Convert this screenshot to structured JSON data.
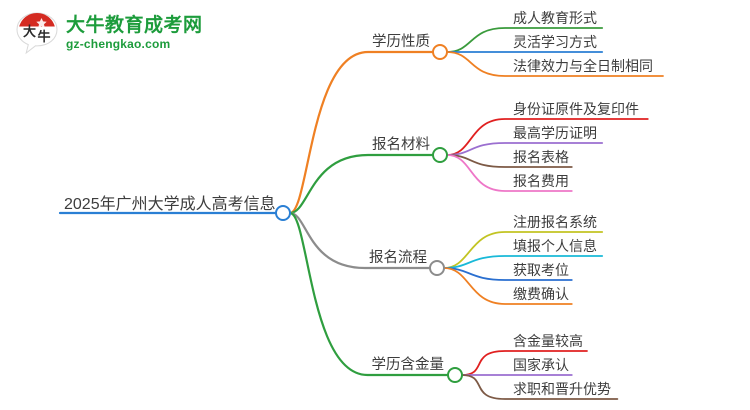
{
  "logo": {
    "mark_name": "daniu-bull-speech-bubble-logo",
    "title": "大牛教育成考网",
    "subtitle": "gz-chengkao.com",
    "brand_green": "#1d9c3c",
    "brand_red": "#d42b22"
  },
  "mindmap": {
    "root": {
      "label": "2025年广州大学成人高考信息",
      "color": "#2a7fd4"
    },
    "branches": [
      {
        "label": "学历性质",
        "color": "#ef8023",
        "children": [
          {
            "label": "成人教育形式",
            "color": "#3a9b3c"
          },
          {
            "label": "灵活学习方式",
            "color": "#2a7fd4"
          },
          {
            "label": "法律效力与全日制相同",
            "color": "#ef8023"
          }
        ]
      },
      {
        "label": "报名材料",
        "color": "#2f9e3f",
        "children": [
          {
            "label": "身份证原件及复印件",
            "color": "#e02020"
          },
          {
            "label": "最高学历证明",
            "color": "#9b6fd0"
          },
          {
            "label": "报名表格",
            "color": "#7d5a46"
          },
          {
            "label": "报名费用",
            "color": "#ee77c8"
          }
        ]
      },
      {
        "label": "报名流程",
        "color": "#8c8c8c",
        "children": [
          {
            "label": "注册报名系统",
            "color": "#c2c423"
          },
          {
            "label": "填报个人信息",
            "color": "#19b9d8"
          },
          {
            "label": "获取考位",
            "color": "#2a6fd0"
          },
          {
            "label": "缴费确认",
            "color": "#ef8023"
          }
        ]
      },
      {
        "label": "学历含金量",
        "color": "#2f9e3f",
        "children": [
          {
            "label": "含金量较高",
            "color": "#e02020"
          },
          {
            "label": "国家承认",
            "color": "#9b6fd0"
          },
          {
            "label": "求职和晋升优势",
            "color": "#7d5a46"
          }
        ]
      }
    ]
  }
}
